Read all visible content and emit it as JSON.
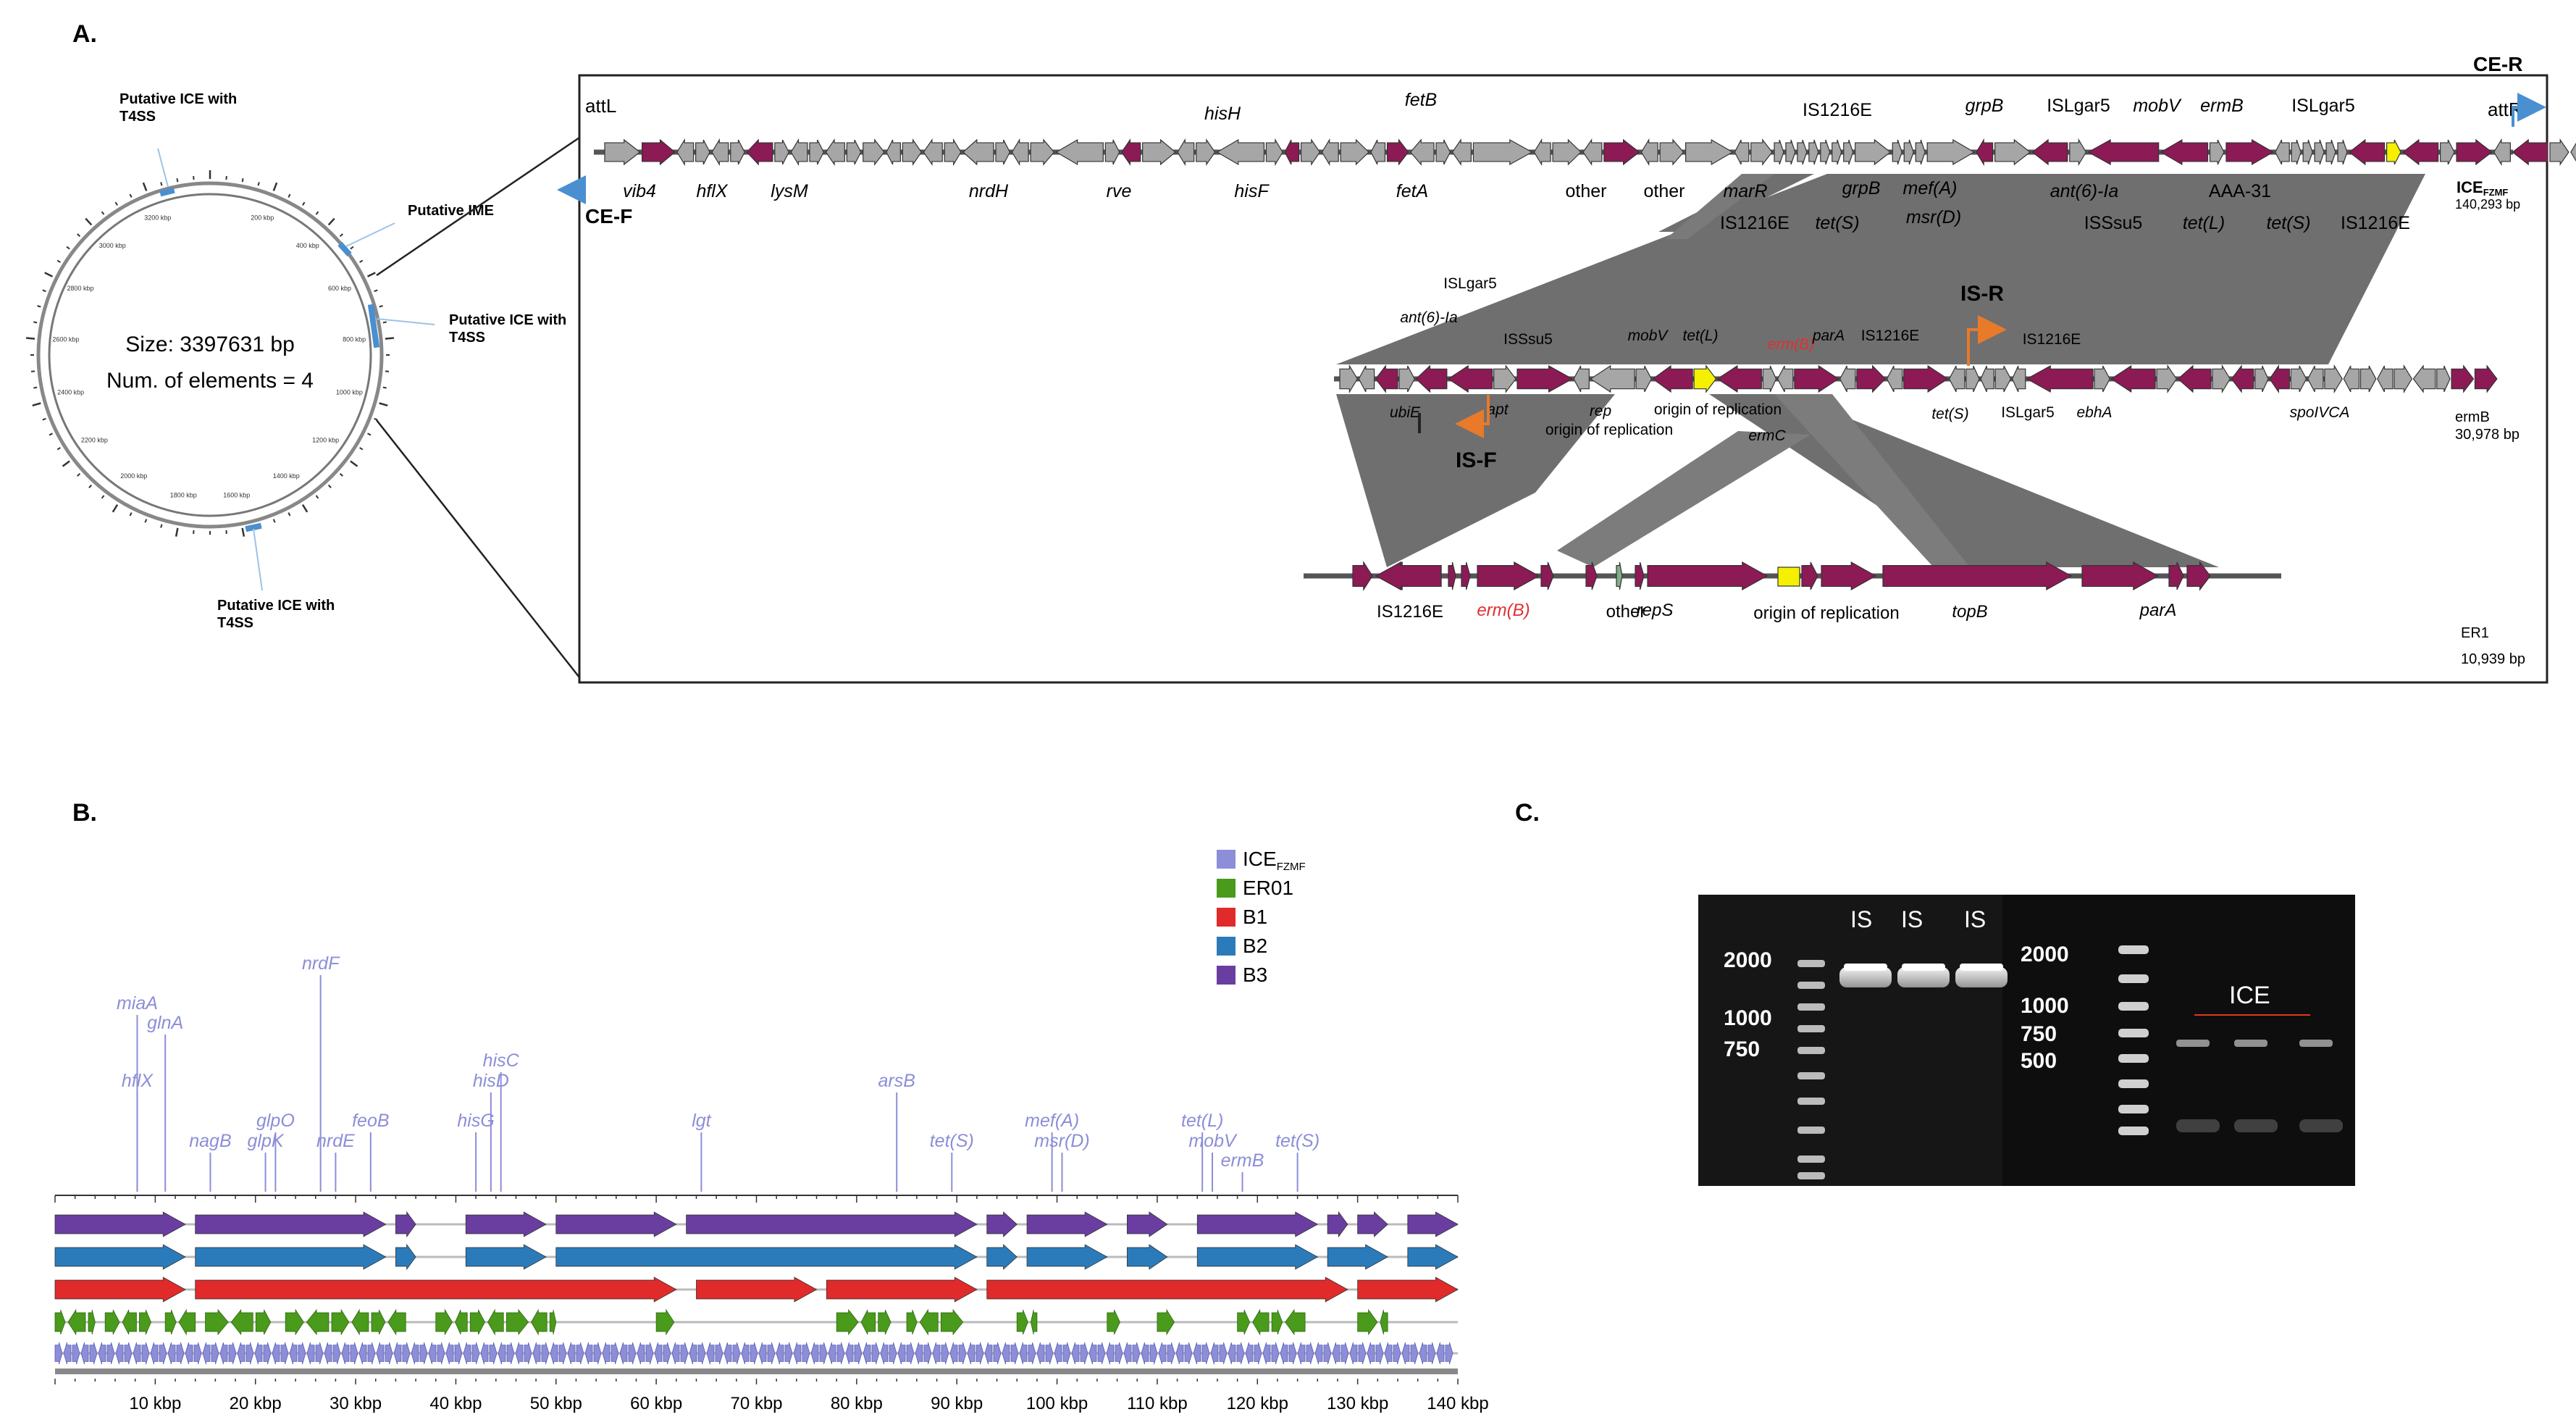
{
  "panels": {
    "a": {
      "letter": "A.",
      "circle": {
        "size": "Size: 3397631 bp",
        "num": "Num. of elements = 4",
        "callouts": [
          "Putative ICE with T4SS",
          "Putative IME",
          "Putative ICE with T4SS",
          "Putative ICE with T4SS"
        ],
        "ticks": [
          "200 kbp",
          "400 kbp",
          "600 kbp",
          "800 kbp",
          "1000 kbp",
          "1200 kbp",
          "1400 kbp",
          "1600 kbp",
          "1800 kbp",
          "2000 kbp",
          "2200 kbp",
          "2400 kbp",
          "2600 kbp",
          "2800 kbp",
          "3000 kbp",
          "3200 kbp"
        ]
      },
      "track1": {
        "left_end": "attL",
        "right_end": "attR",
        "ce_f": "CE-F",
        "ce_r": "CE-R",
        "name": "ICE",
        "name_sub": "FZMF",
        "length": "140,293 bp",
        "labels_top": [
          {
            "t": "hisH",
            "i": true
          },
          {
            "t": "fetB",
            "i": true
          },
          {
            "t": "IS1216E",
            "i": false
          },
          {
            "t": "grpB",
            "i": true
          },
          {
            "t": "ISLgar5",
            "i": false
          },
          {
            "t": "mobV",
            "i": true
          },
          {
            "t": "ermB",
            "i": true
          },
          {
            "t": "ISLgar5",
            "i": false
          }
        ],
        "labels_bottom": [
          {
            "t": "vib4",
            "i": true
          },
          {
            "t": "hflX",
            "i": true
          },
          {
            "t": "lysM",
            "i": true
          },
          {
            "t": "nrdH",
            "i": true
          },
          {
            "t": "rve",
            "i": true
          },
          {
            "t": "hisF",
            "i": true
          },
          {
            "t": "fetA",
            "i": true
          },
          {
            "t": "other",
            "i": false
          },
          {
            "t": "other",
            "i": false
          },
          {
            "t": "marR",
            "i": true
          },
          {
            "t": "grpB",
            "i": true
          },
          {
            "t": "mef(A)",
            "i": true
          },
          {
            "t": "ant(6)-Ia",
            "i": true
          },
          {
            "t": "AAA-31",
            "i": false
          },
          {
            "t": "IS1216E",
            "i": false
          },
          {
            "t": "tet(S)",
            "i": true
          },
          {
            "t": "msr(D)",
            "i": true
          },
          {
            "t": "ISSsu5",
            "i": false
          },
          {
            "t": "tet(L)",
            "i": true
          },
          {
            "t": "tet(S)",
            "i": true
          },
          {
            "t": "IS1216E",
            "i": false
          }
        ]
      },
      "track2": {
        "name": "ermB",
        "length": "30,978 bp",
        "is_r": "IS-R",
        "is_f": "IS-F",
        "labels_top": [
          {
            "t": "ISLgar5",
            "i": false
          },
          {
            "t": "ant(6)-Ia",
            "i": true
          },
          {
            "t": "ISSsu5",
            "i": false
          },
          {
            "t": "mobV",
            "i": true
          },
          {
            "t": "tet(L)",
            "i": true
          },
          {
            "t": "erm(B)",
            "i": true,
            "red": true
          },
          {
            "t": "parA",
            "i": true
          },
          {
            "t": "IS1216E",
            "i": false
          },
          {
            "t": "IS1216E",
            "i": false
          }
        ],
        "labels_bottom": [
          {
            "t": "ubiE",
            "i": true
          },
          {
            "t": "apt",
            "i": true
          },
          {
            "t": "rep",
            "i": true
          },
          {
            "t": "origin of replication",
            "i": false
          },
          {
            "t": "origin of replication",
            "i": false
          },
          {
            "t": "ermC",
            "i": true
          },
          {
            "t": "tet(S)",
            "i": true
          },
          {
            "t": "ISLgar5",
            "i": false
          },
          {
            "t": "ebhA",
            "i": true
          },
          {
            "t": "spoIVCA",
            "i": true
          }
        ]
      },
      "track3": {
        "name": "ER1",
        "length": "10,939 bp",
        "labels_bottom": [
          {
            "t": "IS1216E",
            "i": false
          },
          {
            "t": "erm(B)",
            "i": true,
            "red": true
          },
          {
            "t": "other",
            "i": false
          },
          {
            "t": "repS",
            "i": true
          },
          {
            "t": "origin of replication",
            "i": false
          },
          {
            "t": "topB",
            "i": true
          },
          {
            "t": "parA",
            "i": true
          }
        ]
      }
    },
    "b": {
      "letter": "B.",
      "legend": [
        {
          "name": "ICE",
          "sub": "FZMF",
          "color": "#8c8ed8"
        },
        {
          "name": "ER01",
          "sub": "",
          "color": "#4a9a1c"
        },
        {
          "name": "B1",
          "sub": "",
          "color": "#e12a2a"
        },
        {
          "name": "B2",
          "sub": "",
          "color": "#2b7bbb"
        },
        {
          "name": "B3",
          "sub": "",
          "color": "#6a3ea0"
        }
      ],
      "genes": [
        {
          "t": "miaA",
          "kb": 8.2,
          "lvl": 0
        },
        {
          "t": "glnA",
          "kb": 11.0,
          "lvl": 1
        },
        {
          "t": "hflX",
          "kb": 8.2,
          "lvl": 3
        },
        {
          "t": "nrdF",
          "kb": 26.5,
          "lvl": -1
        },
        {
          "t": "nagB",
          "kb": 15.5,
          "lvl": 5
        },
        {
          "t": "glpO",
          "kb": 22.0,
          "lvl": 4
        },
        {
          "t": "glpK",
          "kb": 21.0,
          "lvl": 5
        },
        {
          "t": "feoB",
          "kb": 31.5,
          "lvl": 4
        },
        {
          "t": "nrdE",
          "kb": 28.0,
          "lvl": 5
        },
        {
          "t": "hisC",
          "kb": 44.5,
          "lvl": 2
        },
        {
          "t": "hisD",
          "kb": 43.5,
          "lvl": 3
        },
        {
          "t": "hisG",
          "kb": 42.0,
          "lvl": 4
        },
        {
          "t": "lgt",
          "kb": 64.5,
          "lvl": 4
        },
        {
          "t": "arsB",
          "kb": 84.0,
          "lvl": 3
        },
        {
          "t": "tet(S)",
          "kb": 89.5,
          "lvl": 5
        },
        {
          "t": "mef(A)",
          "kb": 99.5,
          "lvl": 4
        },
        {
          "t": "msr(D)",
          "kb": 100.5,
          "lvl": 5
        },
        {
          "t": "tet(L)",
          "kb": 114.5,
          "lvl": 4
        },
        {
          "t": "mobV",
          "kb": 115.5,
          "lvl": 5
        },
        {
          "t": "ermB",
          "kb": 118.5,
          "lvl": 6
        },
        {
          "t": "tet(S)",
          "kb": 124.0,
          "lvl": 5
        }
      ],
      "axis": {
        "min": 0,
        "max": 140,
        "unit": "kbp",
        "ticks": [
          "10 kbp",
          "20 kbp",
          "30 kbp",
          "40 kbp",
          "50 kbp",
          "60 kbp",
          "70 kbp",
          "80 kbp",
          "90 kbp",
          "100 kbp",
          "110 kbp",
          "120 kbp",
          "130 kbp",
          "140 kbp"
        ]
      }
    },
    "c": {
      "letter": "C.",
      "left_ladder": [
        "2000",
        "1000",
        "750"
      ],
      "lane_labels": [
        "IS",
        "IS",
        "IS"
      ],
      "right_ladder": [
        "2000",
        "1000",
        "750",
        "500"
      ],
      "ice_label": "ICE"
    }
  }
}
